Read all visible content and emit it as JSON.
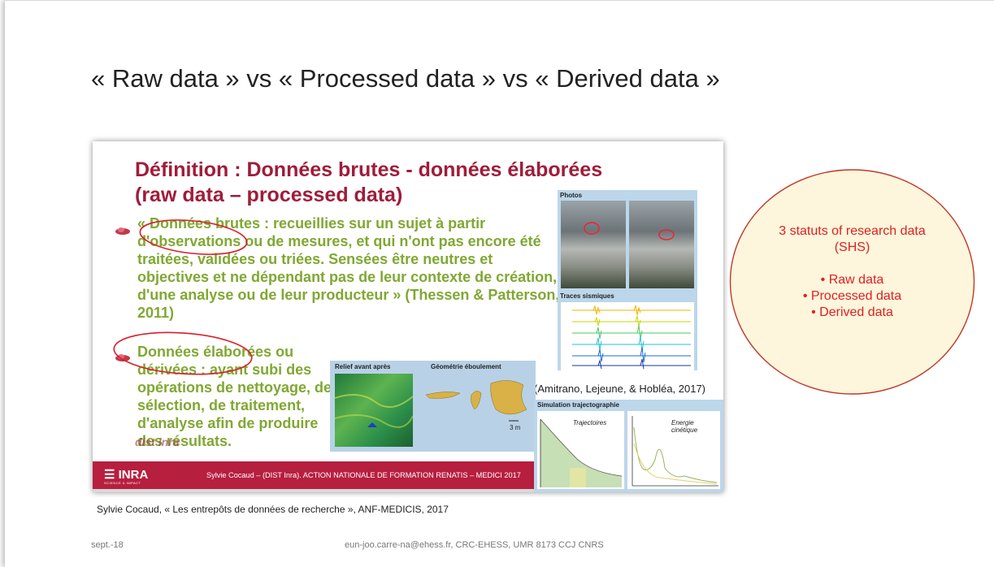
{
  "slide": {
    "title": "« Raw data » vs « Processed data » vs « Derived data »",
    "footer_date": "sept.-18",
    "footer_center": "eun-joo.carre-na@ehess.fr, CRC-EHESS, UMR 8173 CCJ CNRS",
    "caption": "Sylvie Cocaud, « Les entrepôts de données de recherche », ANF-MEDICIS, 2017"
  },
  "embedded": {
    "title_line1": "Définition : Données brutes - données élaborées",
    "title_line2": "(raw data – processed data)",
    "bullet1": "« Données brutes : recueillies sur un sujet à partir d'observations ou de mesures, et qui n'ont pas encore été traitées, validées ou triées. Sensées être neutres et objectives et ne dépendant pas de leur contexte de création, d'une analyse ou de leur producteur » (Thessen & Patterson, 2011)",
    "bullet2": "Données élaborées ou dérivées : ayant subi des opérations de nettoyage, de sélection, de traitement, d'analyse afin de produire des résultats.",
    "photos_label": "Photos",
    "traces_label": "Traces sismiques",
    "citation": "(Amitrano, Lejeune, & Hobléa, 2017)",
    "relief_label": "Relief avant après",
    "geom_label": "Géométrie éboulement",
    "scale_label": "3 m",
    "simu_label": "Simulation trajectographie",
    "traj_label": "Trajectoires",
    "energy_label": "Energie cinétique",
    "logo_text": "INRA",
    "logo_sub": "SCIENCE & IMPACT",
    "footer_text": "Sylvie Cocaud – (DIST Inra). ACTION NATIONALE DE FORMATION RENATIS – MEDICI 2017",
    "watermark": "dist inra"
  },
  "callout": {
    "heading": "3 statuts of research data (SHS)",
    "items": [
      "Raw data",
      "Processed data",
      "Derived data"
    ]
  },
  "colors": {
    "embedded_title": "#a01c3a",
    "embedded_text": "#80a833",
    "footer_bar": "#b71f3f",
    "callout_fill": "#fdf6dc",
    "callout_text": "#e02020",
    "annotation_ellipse": "#d91e2a"
  }
}
